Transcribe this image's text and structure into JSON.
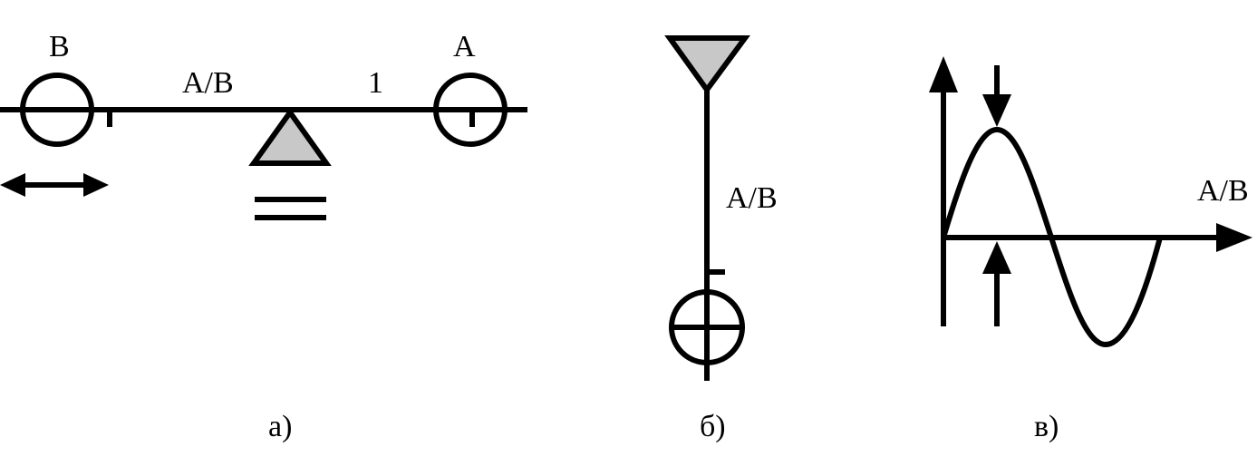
{
  "colors": {
    "ink": "#000000",
    "fulcrum_fill": "#c8c8c8",
    "background": "#ffffff"
  },
  "panel_a": {
    "label_left_mass": "B",
    "label_right_mass": "A",
    "label_left_arm": "A/B",
    "label_right_arm": "1",
    "caption": "а)",
    "icons": [
      "circle-mass-icon",
      "fulcrum-triangle-icon",
      "double-arrow-icon",
      "equals-icon"
    ]
  },
  "panel_b": {
    "label_arm": "A/B",
    "caption": "б)",
    "icons": [
      "pivot-triangle-icon",
      "crossed-circle-icon"
    ]
  },
  "panel_c": {
    "label_x_axis": "A/B",
    "caption": "в)",
    "icons": [
      "axis-arrow-icon",
      "down-arrow-icon",
      "up-arrow-icon"
    ]
  }
}
